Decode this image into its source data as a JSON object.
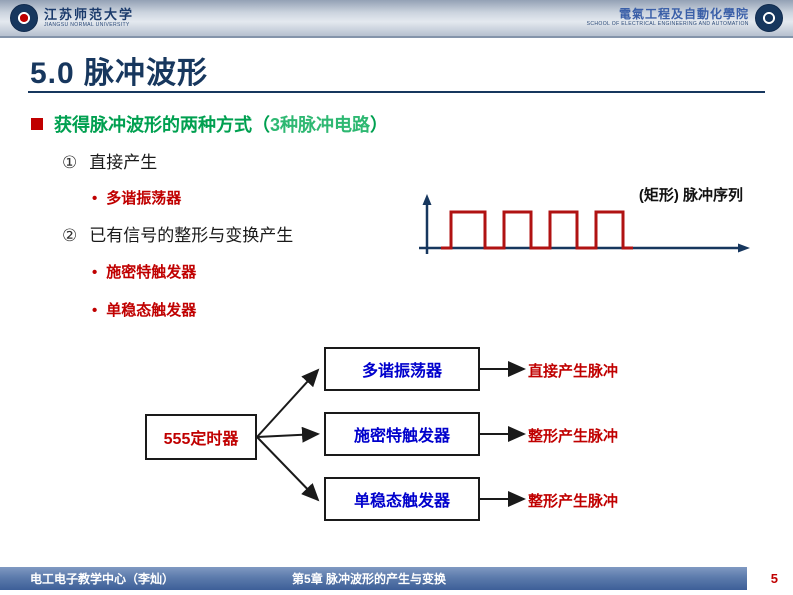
{
  "header": {
    "left_logo": {
      "name_cn": "江苏师范大学",
      "name_en": "JIANGSU NORMAL UNIVERSITY"
    },
    "right_logo": {
      "name_cn": "電氣工程及自動化學院",
      "name_en": "SCHOOL OF ELECTRICAL ENGINEERING AND AUTOMATION"
    }
  },
  "title": "5.0 脉冲波形",
  "outline": {
    "heading_pre": "获得脉冲波形的两种方式（",
    "heading_mid": "3种脉冲电路",
    "heading_post": "）",
    "bullet": "•",
    "item1_num": "①",
    "item1_text": "直接产生",
    "item1_sub1": "多谐振荡器",
    "item2_num": "②",
    "item2_text": "已有信号的整形与变换产生",
    "item2_sub1": "施密特触发器",
    "item2_sub2": "单稳态触发器"
  },
  "waveform": {
    "label": "(矩形) 脉冲序列"
  },
  "diagram": {
    "source": "555定时器",
    "node1": "多谐振荡器",
    "node2": "施密特触发器",
    "node3": "单稳态触发器",
    "result1": "直接产生脉冲",
    "result2": "整形产生脉冲",
    "result3": "整形产生脉冲"
  },
  "footer": {
    "left": "电工电子教学中心（李灿）",
    "center": "第5章 脉冲波形的产生与变换",
    "page": "5"
  },
  "colors": {
    "navy": "#17375E",
    "dark_red": "#C00000",
    "green": "#00A050",
    "node_blue": "#0000CC"
  }
}
